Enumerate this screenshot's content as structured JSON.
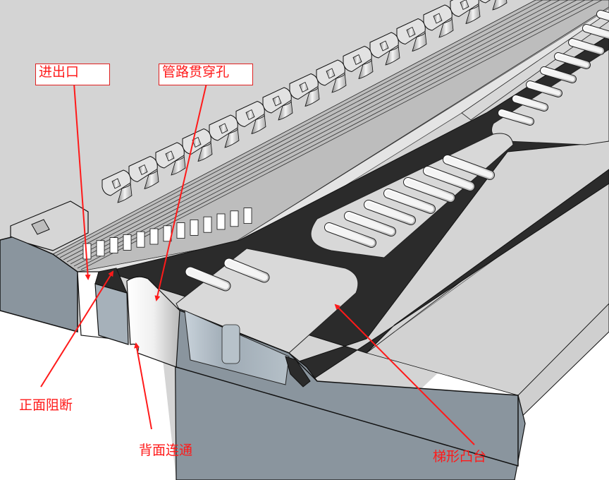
{
  "figure": {
    "title": "plate heat exchanger channel cross-section",
    "labels": {
      "inlet_outlet": "进出口",
      "pipe_through_hole": "管路贯穿孔",
      "front_blocked": "正面阻断",
      "back_connected": "背面连通",
      "trapezoid_boss": "梯形凸台"
    },
    "colors": {
      "annotation": "#ff1a1a",
      "background_plate": "#d4d4d4",
      "gasket": "#2a2a2a",
      "section_face": "#8a959e",
      "edge": "#111111"
    }
  }
}
